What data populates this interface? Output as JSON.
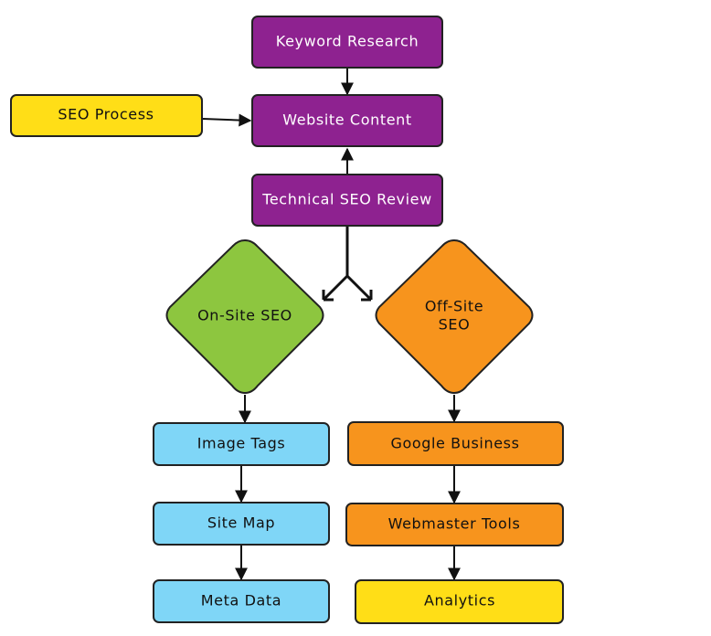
{
  "diagram": {
    "nodes": {
      "keyword_research": "Keyword Research",
      "seo_process": "SEO Process",
      "website_content": "Website Content",
      "technical_seo_review": "Technical SEO Review",
      "on_site_seo": "On-Site SEO",
      "off_site_seo_line1": "Off-Site",
      "off_site_seo_line2": "SEO",
      "image_tags": "Image Tags",
      "site_map": "Site Map",
      "meta_data": "Meta Data",
      "google_business": "Google Business",
      "webmaster_tools": "Webmaster Tools",
      "analytics": "Analytics"
    },
    "colors": {
      "purple": "#8e2290",
      "yellow": "#ffde17",
      "green": "#8dc63f",
      "orange": "#f7941d",
      "light_blue": "#7fd6f7",
      "border": "#222222",
      "arrow": "#111111"
    }
  }
}
